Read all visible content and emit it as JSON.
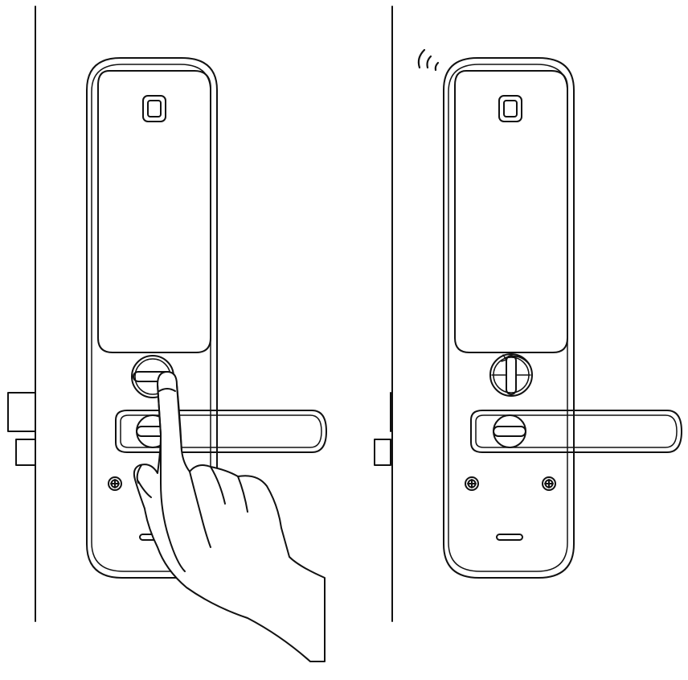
{
  "figure": {
    "panels": [
      {
        "name": "unlocking-with-fingerprint",
        "state": "finger-on-thumbturn"
      },
      {
        "name": "unlocked-state",
        "state": "thumbturn-rotated",
        "signal": "wireless-signal-icon"
      }
    ],
    "colors": {
      "line": "#111111",
      "background": "#ffffff"
    }
  }
}
